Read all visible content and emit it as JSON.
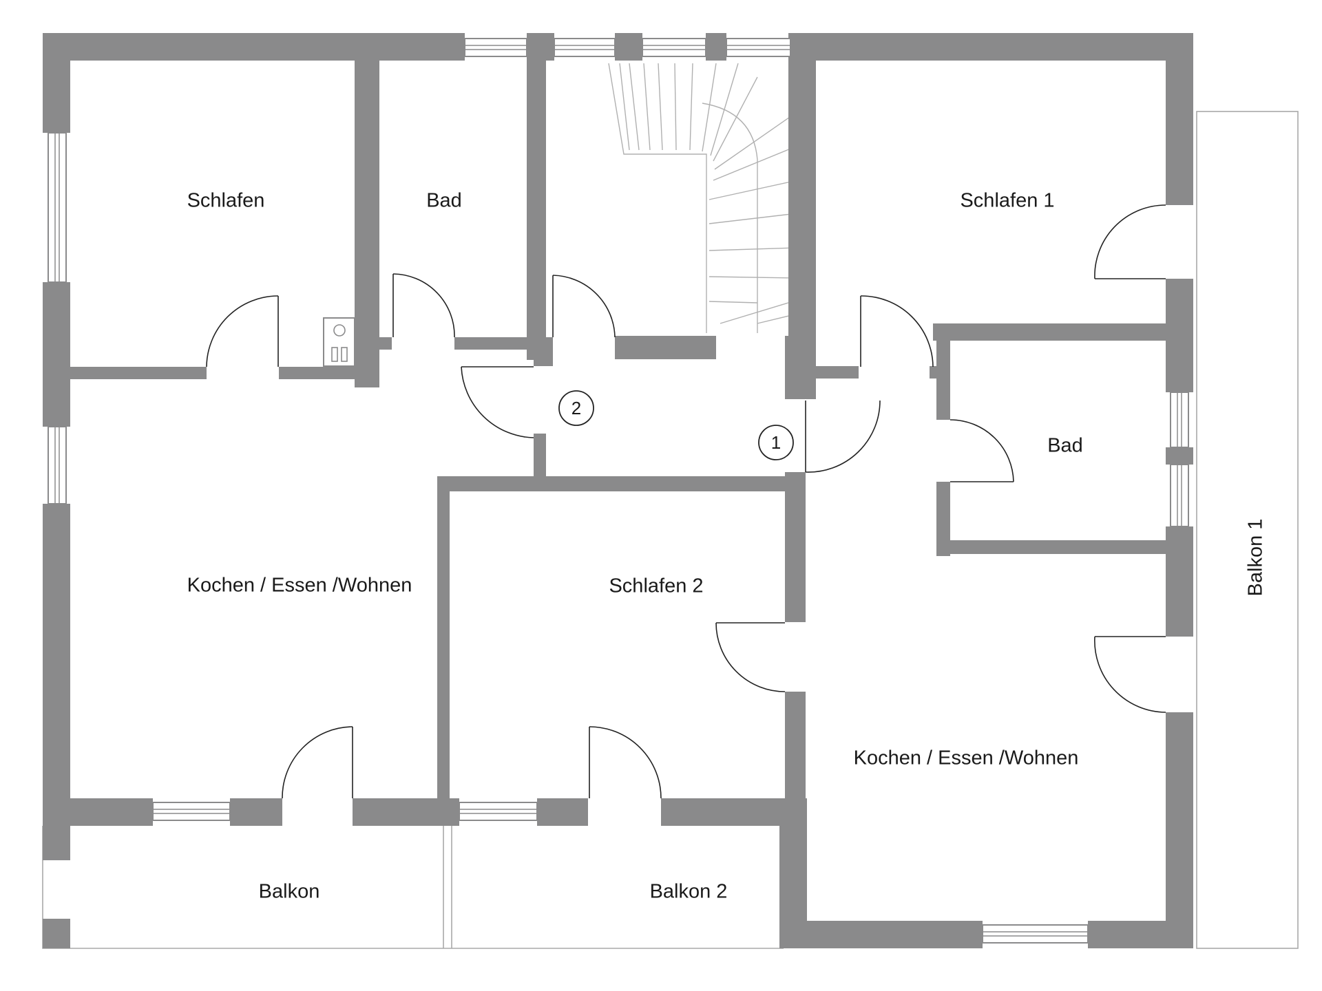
{
  "rooms": {
    "schlafen": "Schlafen",
    "bad_left": "Bad",
    "schlafen_1": "Schlafen 1",
    "bad_right": "Bad",
    "kochen_left": "Kochen / Essen /Wohnen",
    "schlafen_2": "Schlafen 2",
    "kochen_right": "Kochen / Essen /Wohnen",
    "balkon": "Balkon",
    "balkon_2": "Balkon 2",
    "balkon_1": "Balkon 1"
  },
  "markers": {
    "entrance_1": "1",
    "entrance_2": "2"
  },
  "colors": {
    "wall": "#8a8a8b",
    "line": "#222222",
    "stair": "#b0b0b0"
  }
}
